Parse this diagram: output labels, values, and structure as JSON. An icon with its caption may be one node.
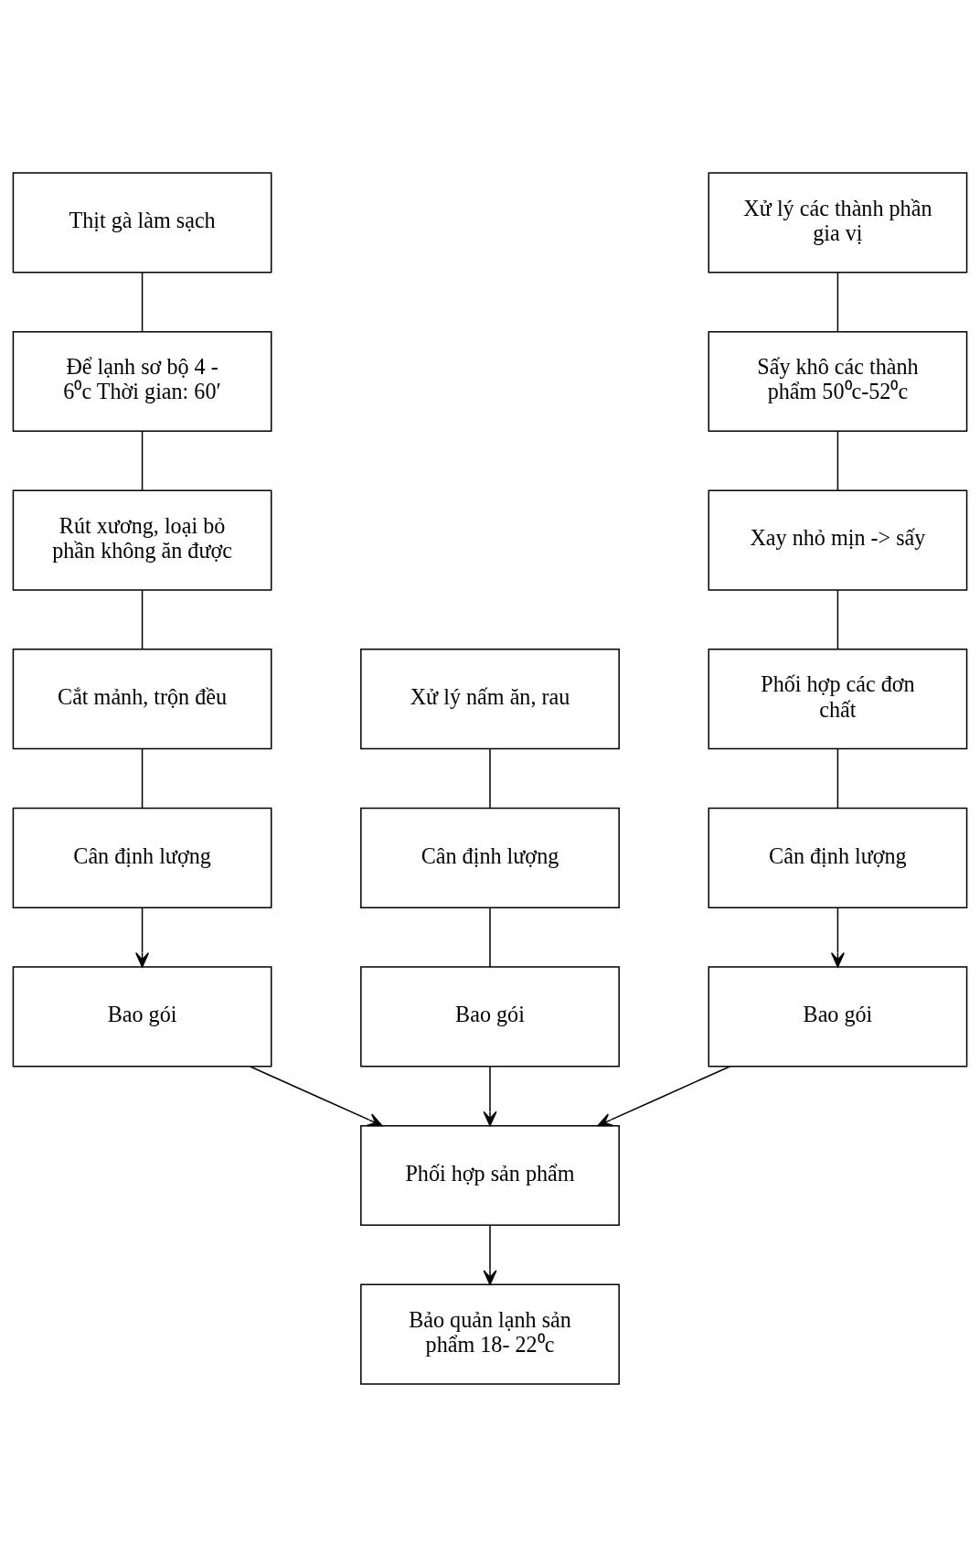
{
  "diagram": {
    "nodes": [
      {
        "text": [
          "Thịt gà làm sạch"
        ]
      },
      {
        "text": [
          "Xử lý nấm ăn, rau"
        ]
      },
      {
        "text": [
          "Xử lý các thành phần gia vị"
        ]
      },
      {
        "text": [
          "Để lạnh sơ bộ 4 - 6⁰c Thời gian: 60′"
        ]
      },
      {
        "text": [
          "Sấy khô các thành phẩm 50⁰c-52⁰c"
        ]
      },
      {
        "text": [
          "Rút xương, loại bỏ phần không ăn được"
        ]
      },
      {
        "text": [
          "Xay nhỏ mịn -> sấy"
        ]
      },
      {
        "text": [
          "Cắt mảnh, trộn đều"
        ]
      },
      {
        "text": [
          "Phối hợp các đơn chất"
        ]
      },
      {
        "text": [
          "Cân định lượng"
        ]
      },
      {
        "text": [
          "Cân định lượng"
        ]
      },
      {
        "text": [
          "Cân định lượng"
        ]
      },
      {
        "text": [
          "Bao gói"
        ]
      },
      {
        "text": [
          "Bao gói"
        ]
      },
      {
        "text": [
          "Bao gói"
        ]
      },
      {
        "text": [
          "Phối hợp sản phẩm"
        ]
      },
      {
        "text": [
          "Bảo quản lạnh sản phẩm 18- 22⁰c"
        ]
      }
    ],
    "edges": [
      {
        "from": 0,
        "to": 3,
        "arrow": "none"
      },
      {
        "from": 3,
        "to": 5,
        "arrow": "none"
      },
      {
        "from": 5,
        "to": 7,
        "arrow": "none"
      },
      {
        "from": 7,
        "to": 9,
        "arrow": "none"
      },
      {
        "from": 9,
        "to": 12,
        "arrow": "to"
      },
      {
        "from": 1,
        "to": 10,
        "arrow": "none"
      },
      {
        "from": 10,
        "to": 13,
        "arrow": "none"
      },
      {
        "from": 2,
        "to": 4,
        "arrow": "none"
      },
      {
        "from": 4,
        "to": 6,
        "arrow": "none"
      },
      {
        "from": 6,
        "to": 8,
        "arrow": "none"
      },
      {
        "from": 8,
        "to": 11,
        "arrow": "none"
      },
      {
        "from": 11,
        "to": 14,
        "arrow": "to"
      },
      {
        "from": 12,
        "to": 15,
        "arrow": "to"
      },
      {
        "from": 13,
        "to": 15,
        "arrow": "to"
      },
      {
        "from": 14,
        "to": 15,
        "arrow": "to"
      },
      {
        "from": 15,
        "to": 16,
        "arrow": "to"
      }
    ]
  }
}
